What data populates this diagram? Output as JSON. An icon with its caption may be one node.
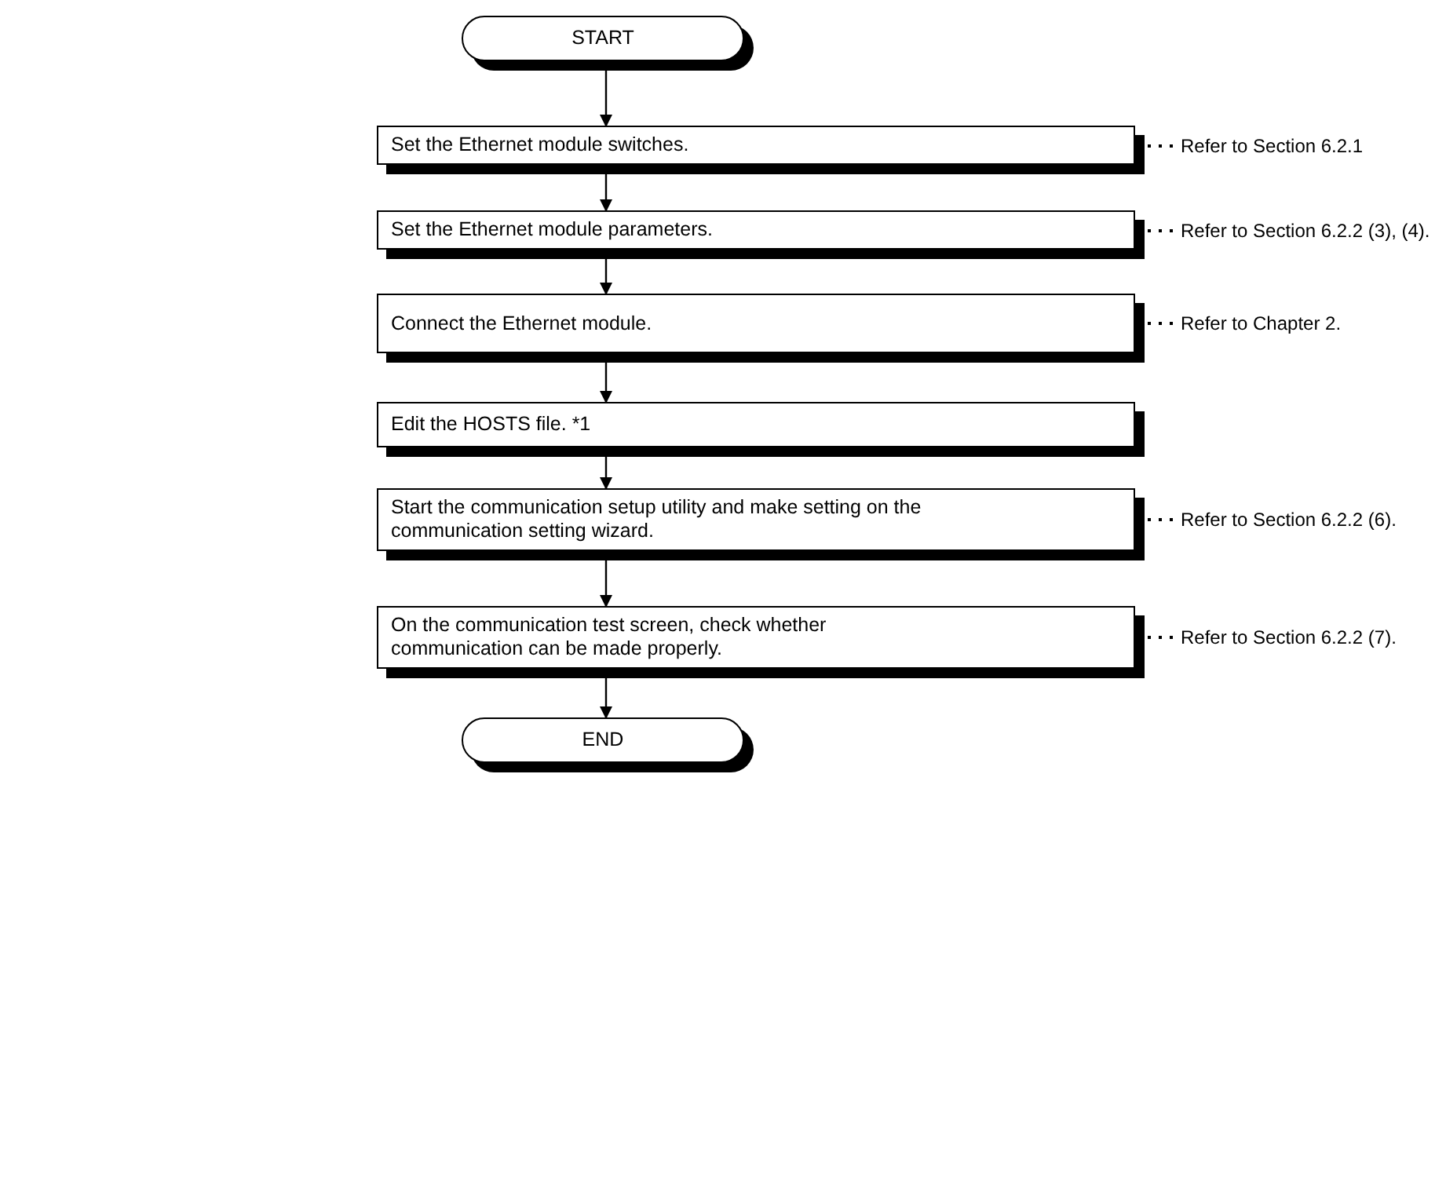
{
  "diagram": {
    "nodes": [
      {
        "text": [
          "START"
        ]
      },
      {
        "text": [
          "Set the Ethernet module switches."
        ]
      },
      {
        "text": [
          "Set the Ethernet module parameters."
        ]
      },
      {
        "text": [
          "Connect the Ethernet module."
        ]
      },
      {
        "text": [
          "Edit the HOSTS file. *1"
        ]
      },
      {
        "text": [
          "Start the communication setup utility and make setting on the communication setting wizard."
        ]
      },
      {
        "text": [
          "On the communication test screen, check whether communication can be made properly."
        ]
      },
      {
        "text": [
          "END"
        ]
      },
      {
        "text": [
          "Refer to Section 6.2.1"
        ]
      },
      {
        "text": [
          "Refer to Section 6.2.2 (3), (4)."
        ]
      },
      {
        "text": [
          "Refer to Chapter 2."
        ]
      },
      {
        "text": [
          "Refer to Section 6.2.2 (6)."
        ]
      },
      {
        "text": [
          "Refer to Section 6.2.2 (7)."
        ]
      }
    ],
    "edges": [
      {
        "from": 0,
        "to": 1,
        "arrow": "to"
      },
      {
        "from": 1,
        "to": 2,
        "arrow": "to"
      },
      {
        "from": 2,
        "to": 3,
        "arrow": "to"
      },
      {
        "from": 3,
        "to": 4,
        "arrow": "to"
      },
      {
        "from": 4,
        "to": 5,
        "arrow": "to"
      },
      {
        "from": 5,
        "to": 6,
        "arrow": "to"
      },
      {
        "from": 6,
        "to": 7,
        "arrow": "to"
      },
      {
        "from": 1,
        "to": 8,
        "arrow": "none",
        "style": "dashed"
      },
      {
        "from": 2,
        "to": 9,
        "arrow": "none",
        "style": "dashed"
      },
      {
        "from": 3,
        "to": 10,
        "arrow": "none",
        "style": "dashed"
      },
      {
        "from": 5,
        "to": 11,
        "arrow": "none",
        "style": "dashed"
      },
      {
        "from": 6,
        "to": 12,
        "arrow": "none",
        "style": "dashed"
      }
    ]
  }
}
